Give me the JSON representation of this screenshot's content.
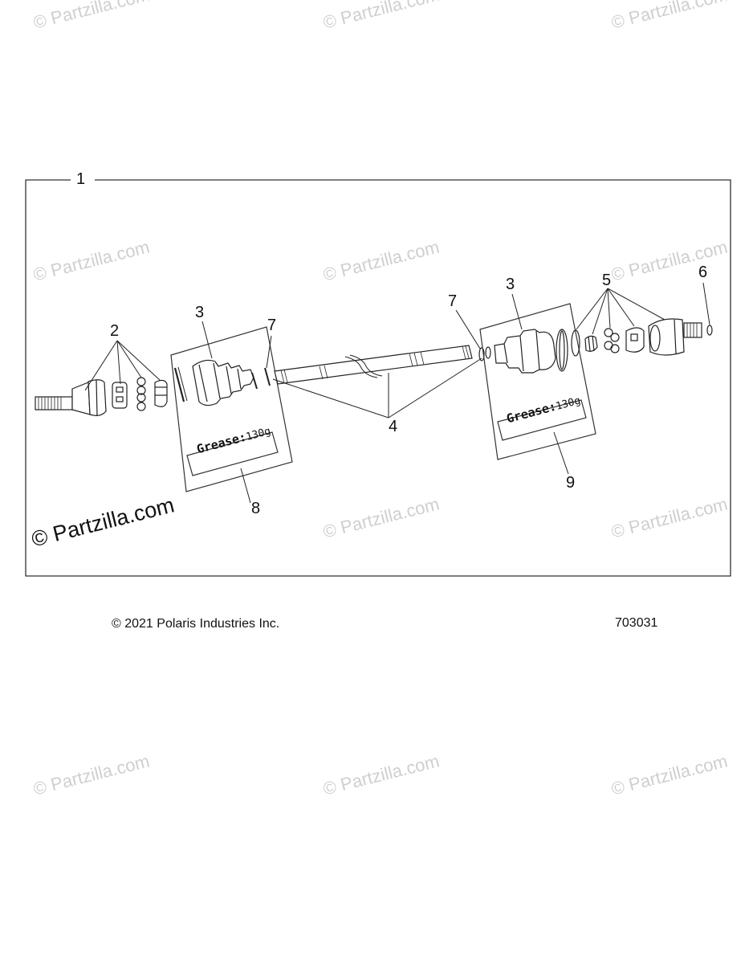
{
  "watermark": {
    "text": "© Partzilla.com"
  },
  "main_watermark": {
    "text": "© Partzilla.com"
  },
  "callouts": {
    "c1": "1",
    "c2": "2",
    "c3a": "3",
    "c3b": "3",
    "c4": "4",
    "c5": "5",
    "c6": "6",
    "c7a": "7",
    "c7b": "7",
    "c8": "8",
    "c9": "9"
  },
  "grease_labels": {
    "left": {
      "word": "Grease:",
      "amount": "130g"
    },
    "right": {
      "word": "Grease:",
      "amount": "130g"
    }
  },
  "footer": {
    "copyright": "© 2021 Polaris Industries Inc.",
    "diagram_id": "703031"
  }
}
